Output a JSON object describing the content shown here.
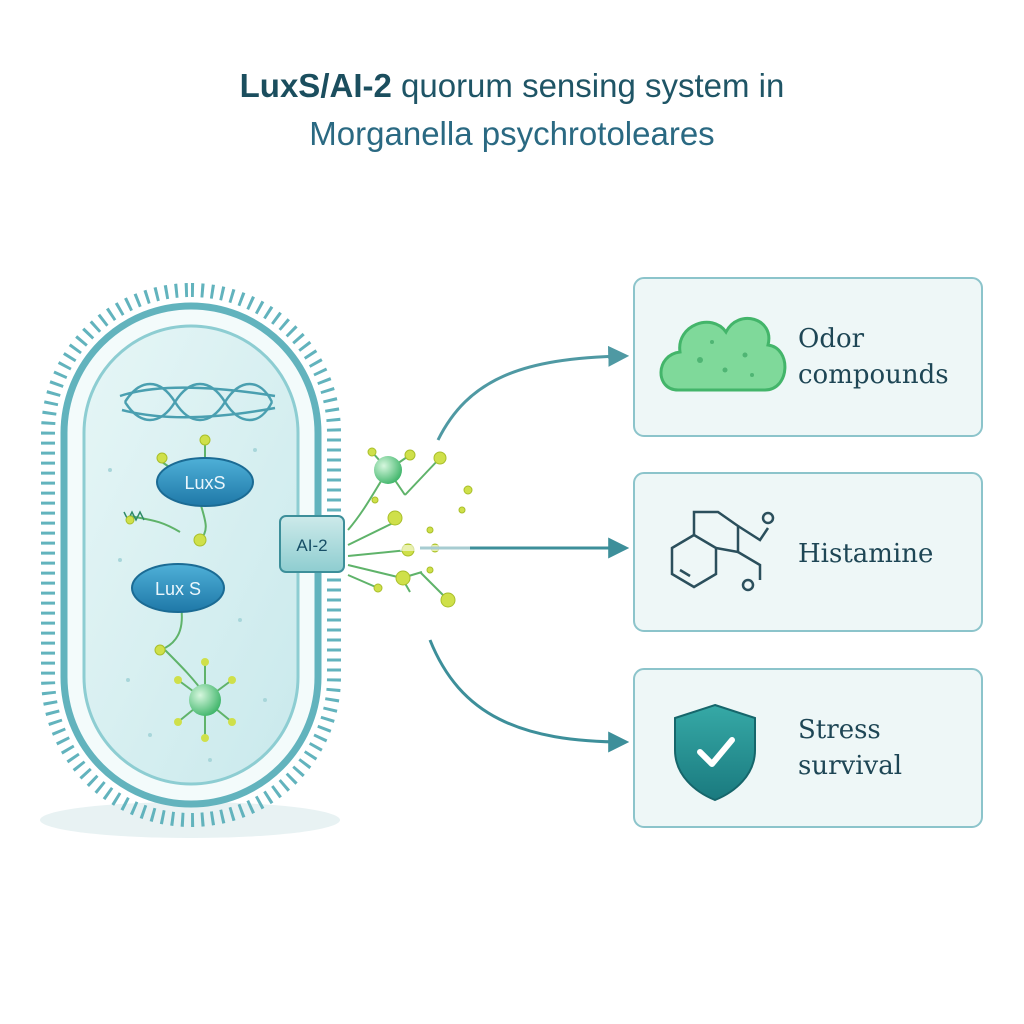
{
  "title": {
    "line1_bold": "LuxS/AI-2",
    "line1_rest": " quorum sensing system in",
    "line2": "Morganella psychrotoleares"
  },
  "cell": {
    "enzyme_labels": [
      "LuxS",
      "Lux S"
    ],
    "signal_label": "AI-2"
  },
  "outputs": [
    {
      "line1": "Odor",
      "line2": "compounds",
      "icon": "cloud-icon"
    },
    {
      "line1": "Histamine",
      "line2": "",
      "icon": "molecule-icon"
    },
    {
      "line1": "Stress",
      "line2": "survival",
      "icon": "shield-check-icon"
    }
  ],
  "colors": {
    "membrane": "#62b3bd",
    "cytoplasm": "#d5eef0",
    "arrow": "#3d8f9a",
    "card_border": "#8cc4cb",
    "card_fill": "#eef7f7",
    "enzyme": "#2e8fbf",
    "signal_dot": "#cfe04a",
    "green_sphere": "#5ecf86"
  }
}
